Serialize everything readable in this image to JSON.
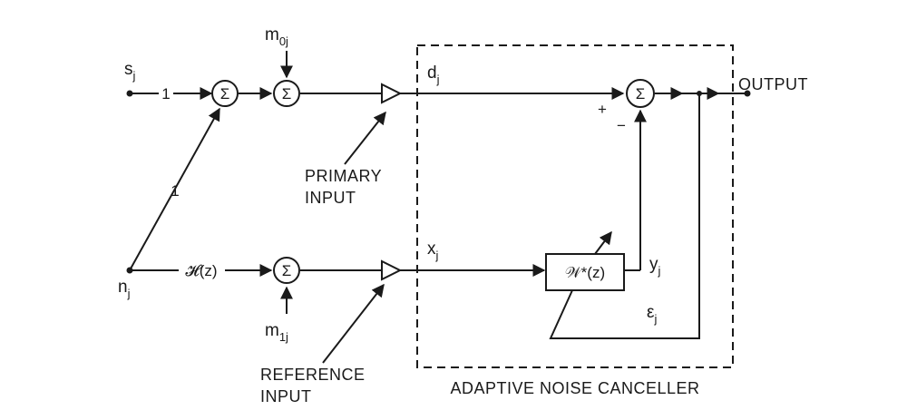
{
  "signals": {
    "s": "s",
    "s_sub": "j",
    "n": "n",
    "n_sub": "j",
    "m0": "m",
    "m0_sub": "0j",
    "m1": "m",
    "m1_sub": "1j",
    "d": "d",
    "d_sub": "j",
    "x": "x",
    "x_sub": "j",
    "y": "y",
    "y_sub": "j",
    "e": "ε",
    "e_sub": "j"
  },
  "gains": {
    "signal_gain": "1",
    "cross_gain": "1",
    "noise_path": "𝓗(z)"
  },
  "summer_symbol": "Σ",
  "filter_label": "𝒲*(z)",
  "signs": {
    "plus": "+",
    "minus": "−"
  },
  "labels": {
    "output": "OUTPUT",
    "primary_line1": "PRIMARY",
    "primary_line2": "INPUT",
    "reference_line1": "REFERENCE",
    "reference_line2": "INPUT",
    "canceller": "ADAPTIVE NOISE CANCELLER"
  }
}
